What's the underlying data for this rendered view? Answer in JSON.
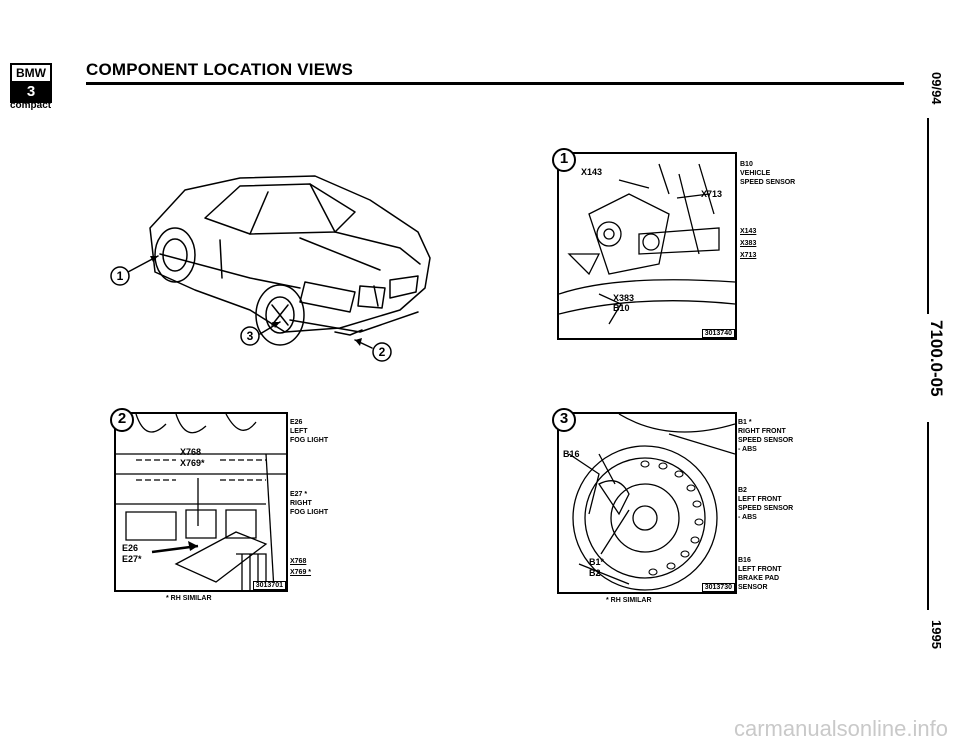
{
  "header": {
    "brand": "BMW",
    "series": "3",
    "subtitle": "compact",
    "title": "COMPONENT LOCATION VIEWS"
  },
  "side": {
    "date": "09/94",
    "page_code": "7100.0-05",
    "year": "1995"
  },
  "overview": {
    "callouts": [
      "1",
      "2",
      "3"
    ]
  },
  "fig1": {
    "number": "1",
    "code": "3013740",
    "img_labels": [
      "X143",
      "X713",
      "X383",
      "B10"
    ],
    "legend_lines": [
      "B10",
      "VEHICLE",
      "SPEED SENSOR"
    ],
    "connectors": [
      "X143",
      "X383",
      "X713"
    ]
  },
  "fig2": {
    "number": "2",
    "code": "3013701",
    "img_labels": [
      "X768",
      "X769*",
      "E26",
      "E27*"
    ],
    "legend_a": [
      "E26",
      "LEFT",
      "FOG LIGHT"
    ],
    "legend_b": [
      "E27 *",
      "RIGHT",
      "FOG LIGHT"
    ],
    "connectors": [
      "X768",
      "X769 *"
    ],
    "note": "* RH SIMILAR"
  },
  "fig3": {
    "number": "3",
    "code": "3013730",
    "img_labels": [
      "B16",
      "B1*",
      "B2"
    ],
    "legend_a": [
      "B1 *",
      "RIGHT FRONT",
      "SPEED SENSOR",
      "- ABS"
    ],
    "legend_b": [
      "B2",
      "LEFT FRONT",
      "SPEED SENSOR",
      "- ABS"
    ],
    "legend_c": [
      "B16",
      "LEFT FRONT",
      "BRAKE PAD",
      "SENSOR"
    ],
    "note": "* RH SIMILAR"
  },
  "watermark": "carmanualsonline.info"
}
